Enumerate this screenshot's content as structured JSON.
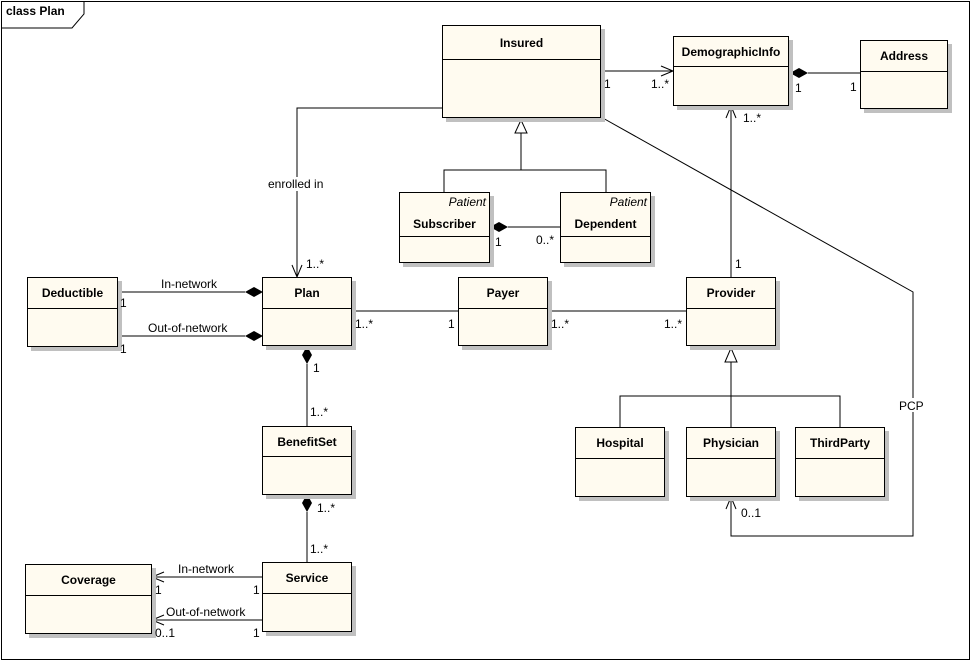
{
  "frame": {
    "title": "class Plan"
  },
  "classes": {
    "insured": {
      "name": "Insured"
    },
    "demographic_info": {
      "name": "DemographicInfo"
    },
    "address": {
      "name": "Address"
    },
    "subscriber": {
      "name": "Subscriber",
      "stereotype": "Patient"
    },
    "dependent": {
      "name": "Dependent",
      "stereotype": "Patient"
    },
    "deductible": {
      "name": "Deductible"
    },
    "plan": {
      "name": "Plan"
    },
    "payer": {
      "name": "Payer"
    },
    "provider": {
      "name": "Provider"
    },
    "benefit_set": {
      "name": "BenefitSet"
    },
    "hospital": {
      "name": "Hospital"
    },
    "physician": {
      "name": "Physician"
    },
    "third_party": {
      "name": "ThirdParty"
    },
    "coverage": {
      "name": "Coverage"
    },
    "service": {
      "name": "Service"
    }
  },
  "associations": {
    "insured_demographic": {
      "source_mult": "1",
      "target_mult": "1..*"
    },
    "demographic_address": {
      "source_mult": "1",
      "target_mult": "1"
    },
    "insured_plan": {
      "label": "enrolled in",
      "target_mult": "1..*"
    },
    "subscriber_dependent": {
      "source_mult": "1",
      "target_mult": "0..*"
    },
    "deductible_plan_in": {
      "label": "In-network",
      "source_mult": "1"
    },
    "deductible_plan_out": {
      "label": "Out-of-network",
      "source_mult": "1"
    },
    "plan_payer": {
      "source_mult": "1..*",
      "target_mult": "1"
    },
    "payer_provider": {
      "source_mult": "1..*",
      "target_mult": "1..*"
    },
    "provider_demographic": {
      "source_mult": "1",
      "target_mult": "1..*"
    },
    "plan_benefitset": {
      "source_mult": "1",
      "target_mult": "1..*"
    },
    "benefitset_service": {
      "source_mult": "1..*",
      "target_mult": "1..*"
    },
    "service_coverage_in": {
      "label": "In-network",
      "source_mult": "1",
      "target_mult": "1"
    },
    "service_coverage_out": {
      "label": "Out-of-network",
      "source_mult": "1",
      "target_mult": "0..1"
    },
    "insured_physician_pcp": {
      "label": "PCP",
      "target_mult": "0..1"
    }
  }
}
